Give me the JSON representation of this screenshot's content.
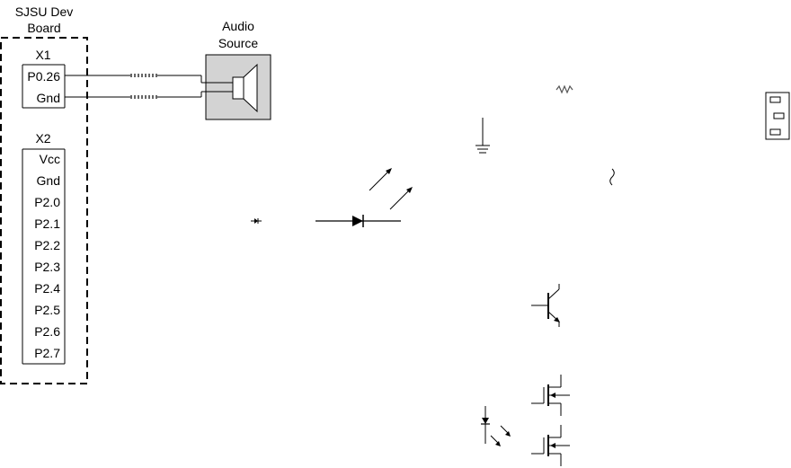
{
  "board": {
    "title_line1": "SJSU Dev",
    "title_line2": "Board",
    "x1": {
      "name": "X1",
      "pins": [
        "P0.26",
        "Gnd"
      ]
    },
    "x2": {
      "name": "X2",
      "pins": [
        "Vcc",
        "Gnd",
        "P2.0",
        "P2.1",
        "P2.2",
        "P2.3",
        "P2.4",
        "P2.5",
        "P2.6",
        "P2.7"
      ]
    }
  },
  "audio": {
    "label_line1": "Audio",
    "label_line2": "Source"
  },
  "colors": {
    "line": "#000000",
    "speaker_box": "#d3d3d3",
    "resistor": "#555555"
  },
  "icons": [
    "speaker-icon",
    "resistor-icon",
    "ground-icon",
    "connector-icon",
    "light-arrows-icon",
    "fuse-icon",
    "small-diode-icon",
    "diode-icon",
    "npn-transistor-icon",
    "mosfet-icon",
    "photodiode-icon"
  ]
}
